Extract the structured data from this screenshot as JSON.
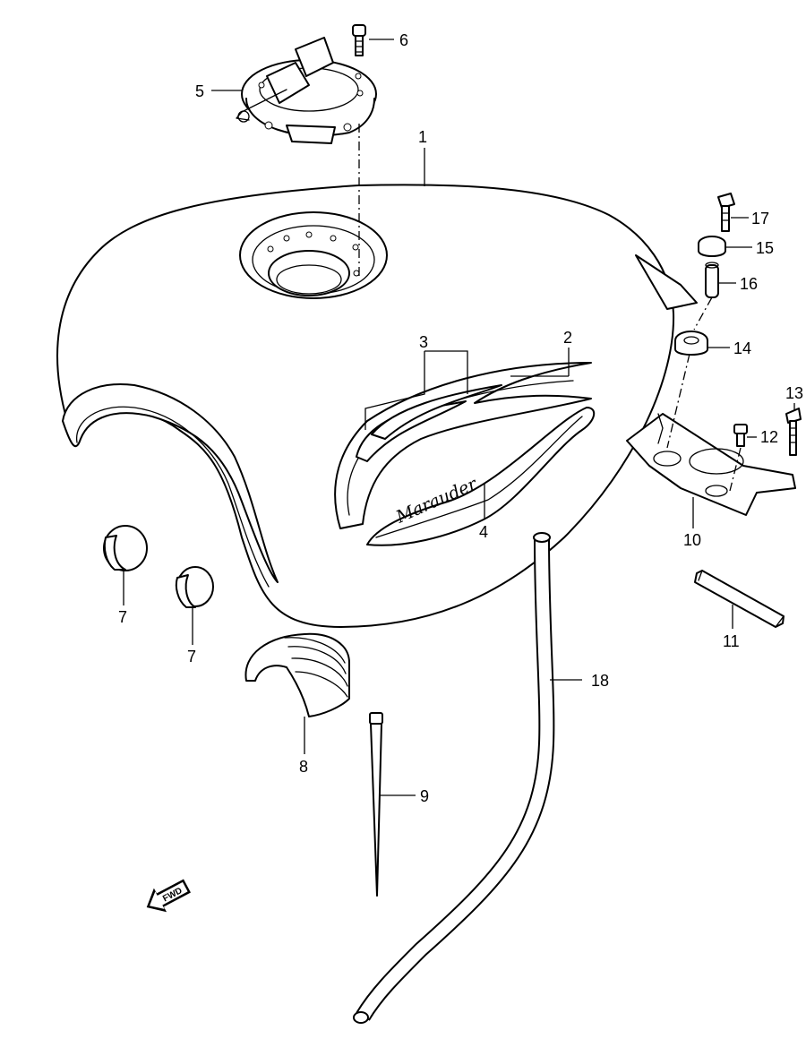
{
  "callouts": {
    "c1": "1",
    "c2": "2",
    "c3": "3",
    "c4": "4",
    "c5": "5",
    "c6": "6",
    "c7a": "7",
    "c7b": "7",
    "c8": "8",
    "c9": "9",
    "c10": "10",
    "c11": "11",
    "c12": "12",
    "c13": "13",
    "c14": "14",
    "c15": "15",
    "c16": "16",
    "c17": "17",
    "c18": "18"
  },
  "emblem_text": "Marauder",
  "fwd_label": "FWD"
}
